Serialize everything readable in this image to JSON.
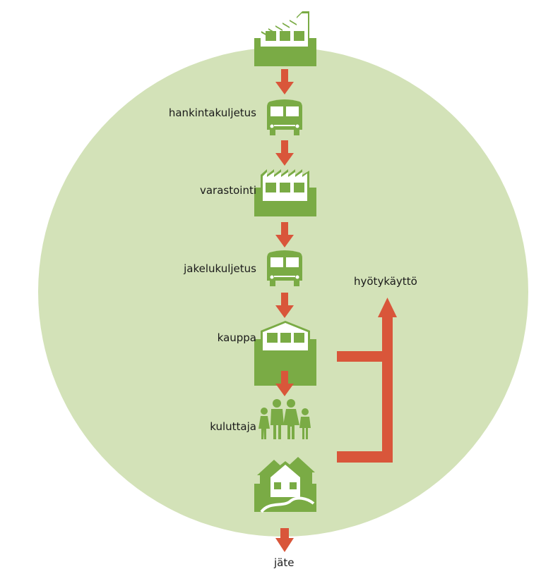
{
  "colors": {
    "circle": "#d3e2b8",
    "icon": "#7aab45",
    "arrow": "#d9563a",
    "text": "#1a1a1a"
  },
  "stages": [
    {
      "icon": "factory-icon",
      "label": ""
    },
    {
      "icon": "bus-icon",
      "label": "hankintakuljetus"
    },
    {
      "icon": "factory-icon",
      "label": "varastointi"
    },
    {
      "icon": "bus-icon",
      "label": "jakelukuljetus"
    },
    {
      "icon": "store-icon",
      "label": "kauppa"
    },
    {
      "icon": "family-icon",
      "label": "kuluttaja"
    },
    {
      "icon": "houses-icon",
      "label": ""
    }
  ],
  "recycling_label": "hyötykäyttö",
  "waste_label": "jäte"
}
